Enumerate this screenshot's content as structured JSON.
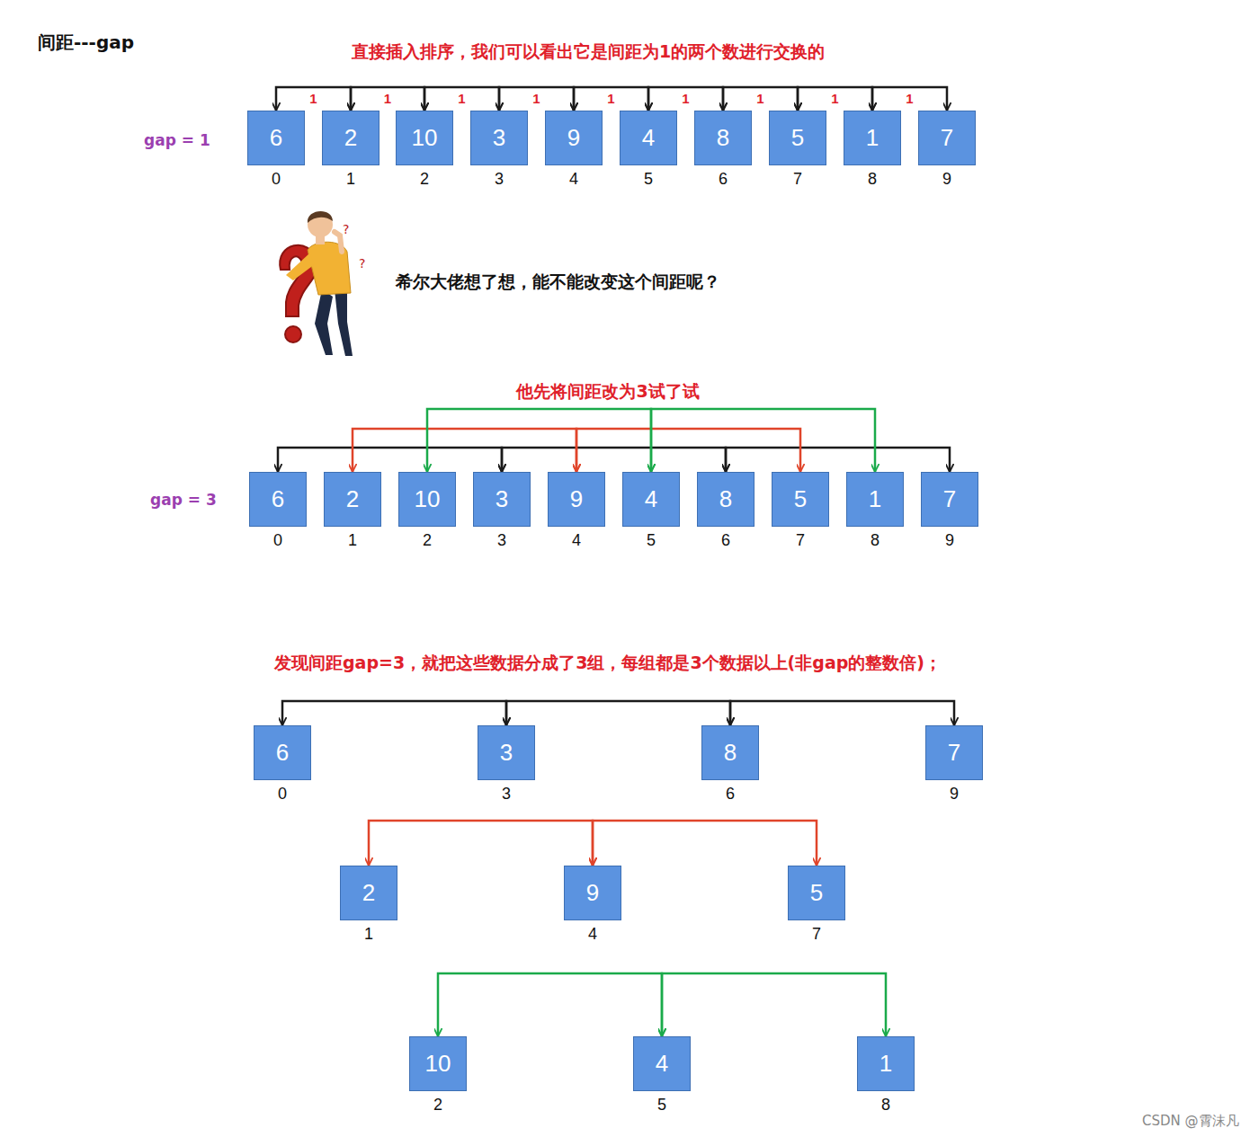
{
  "diagram": {
    "title": "间距---gap",
    "nodes": [
      {
        "text": [
          "6",
          "0"
        ]
      },
      {
        "text": [
          "2",
          "1"
        ]
      },
      {
        "text": [
          "10",
          "2"
        ]
      },
      {
        "text": [
          "3",
          "3"
        ]
      },
      {
        "text": [
          "9",
          "4"
        ]
      },
      {
        "text": [
          "4",
          "5"
        ]
      },
      {
        "text": [
          "8",
          "6"
        ]
      },
      {
        "text": [
          "5",
          "7"
        ]
      },
      {
        "text": [
          "1",
          "8"
        ]
      },
      {
        "text": [
          "7",
          "9"
        ]
      },
      {
        "text": [
          "6",
          "0"
        ]
      },
      {
        "text": [
          "2",
          "1"
        ]
      },
      {
        "text": [
          "10",
          "2"
        ]
      },
      {
        "text": [
          "3",
          "3"
        ]
      },
      {
        "text": [
          "9",
          "4"
        ]
      },
      {
        "text": [
          "4",
          "5"
        ]
      },
      {
        "text": [
          "8",
          "6"
        ]
      },
      {
        "text": [
          "5",
          "7"
        ]
      },
      {
        "text": [
          "1",
          "8"
        ]
      },
      {
        "text": [
          "7",
          "9"
        ]
      },
      {
        "text": [
          "6",
          "0"
        ]
      },
      {
        "text": [
          "3",
          "3"
        ]
      },
      {
        "text": [
          "8",
          "6"
        ]
      },
      {
        "text": [
          "7",
          "9"
        ]
      },
      {
        "text": [
          "2",
          "1"
        ]
      },
      {
        "text": [
          "9",
          "4"
        ]
      },
      {
        "text": [
          "5",
          "7"
        ]
      },
      {
        "text": [
          "10",
          "2"
        ]
      },
      {
        "text": [
          "4",
          "5"
        ]
      },
      {
        "text": [
          "1",
          "8"
        ]
      }
    ],
    "edges": [
      {
        "from": 0,
        "to": 1,
        "arrow": "both",
        "label": "1"
      },
      {
        "from": 1,
        "to": 2,
        "arrow": "both",
        "label": "1"
      },
      {
        "from": 2,
        "to": 3,
        "arrow": "both",
        "label": "1"
      },
      {
        "from": 3,
        "to": 4,
        "arrow": "both",
        "label": "1"
      },
      {
        "from": 4,
        "to": 5,
        "arrow": "both",
        "label": "1"
      },
      {
        "from": 5,
        "to": 6,
        "arrow": "both",
        "label": "1"
      },
      {
        "from": 6,
        "to": 7,
        "arrow": "both",
        "label": "1"
      },
      {
        "from": 7,
        "to": 8,
        "arrow": "both",
        "label": "1"
      },
      {
        "from": 8,
        "to": 9,
        "arrow": "both",
        "label": "1"
      },
      {
        "from": 10,
        "to": 13,
        "arrow": "both"
      },
      {
        "from": 13,
        "to": 16,
        "arrow": "both"
      },
      {
        "from": 16,
        "to": 19,
        "arrow": "both"
      },
      {
        "from": 11,
        "to": 14,
        "arrow": "both"
      },
      {
        "from": 14,
        "to": 17,
        "arrow": "both"
      },
      {
        "from": 12,
        "to": 15,
        "arrow": "both"
      },
      {
        "from": 15,
        "to": 18,
        "arrow": "both"
      },
      {
        "from": 20,
        "to": 21,
        "arrow": "both"
      },
      {
        "from": 21,
        "to": 22,
        "arrow": "both"
      },
      {
        "from": 22,
        "to": 23,
        "arrow": "both"
      },
      {
        "from": 24,
        "to": 25,
        "arrow": "both"
      },
      {
        "from": 25,
        "to": 26,
        "arrow": "both"
      },
      {
        "from": 27,
        "to": 28,
        "arrow": "both"
      },
      {
        "from": 28,
        "to": 29,
        "arrow": "both"
      }
    ],
    "labels": [
      "直接插入排序，我们可以看出它是间距为1的两个数进行交换的",
      "gap = 1",
      "?",
      "?",
      "希尔大佬想了想，能不能改变这个间距呢？",
      "他先将间距改为3试了试",
      "gap = 3",
      "发现间距gap=3，就把这些数据分成了3组，每组都是3个数据以上(非gap的整数倍)；",
      "CSDN @霄沫凡"
    ]
  }
}
